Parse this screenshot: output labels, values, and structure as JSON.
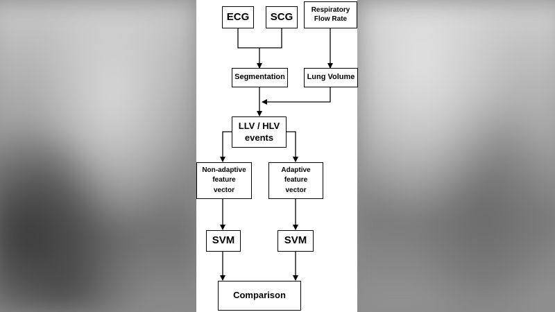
{
  "diagram": {
    "nodes": {
      "ecg": "ECG",
      "scg": "SCG",
      "respiratory": "Respiratory\nFlow Rate",
      "segmentation": "Segmentation",
      "lung_volume": "Lung Volume",
      "events": "LLV / HLV\nevents",
      "non_adaptive": "Non-adaptive\nfeature\nvector",
      "adaptive": "Adaptive\nfeature\nvector",
      "svm_left": "SVM",
      "svm_right": "SVM",
      "comparison": "Comparison"
    }
  }
}
